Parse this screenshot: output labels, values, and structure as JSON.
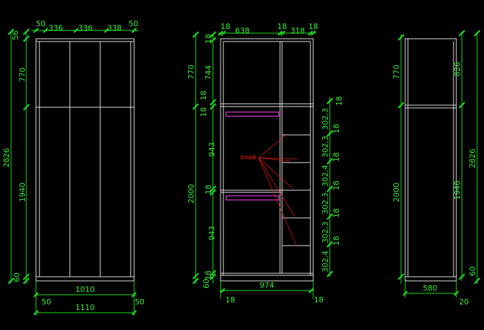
{
  "colors": {
    "background": "#000000",
    "outline": "#e6e6e6",
    "dimension": "#19e619",
    "dimension_text": "#35f035",
    "leader": "#e01818",
    "rail": "#e040e0"
  },
  "front_view": {
    "top_dims": [
      "50",
      "336",
      "336",
      "338",
      "50"
    ],
    "left_outer": "2826",
    "left_inner": [
      "56",
      "770",
      "1940",
      "60"
    ],
    "bottom_inner": "1010",
    "bottom_outer": "1110",
    "bottom_sides": [
      "50",
      "50"
    ]
  },
  "interior_view": {
    "top_dims": [
      "18",
      "638",
      "18",
      "318",
      "18"
    ],
    "left_outer": [
      "770",
      "2000",
      "60"
    ],
    "left_inner": [
      "18",
      "744",
      "18",
      "18",
      "943",
      "18",
      "943",
      "18"
    ],
    "right_dims": [
      "18",
      "302,3",
      "18",
      "302,3",
      "18",
      "302,4",
      "18",
      "302,3",
      "18",
      "302,3",
      "18",
      "302,4"
    ],
    "bottom_inner": "974",
    "bottom_sides": [
      "18",
      "18"
    ],
    "annotation": "活动层板"
  },
  "side_view": {
    "left_dims": [
      "770",
      "2000"
    ],
    "inner_dims": [
      "826",
      "1940"
    ],
    "right_outer": "2826",
    "right_bottom": "60",
    "bottom_depth": "580",
    "bottom_extra": "20"
  }
}
